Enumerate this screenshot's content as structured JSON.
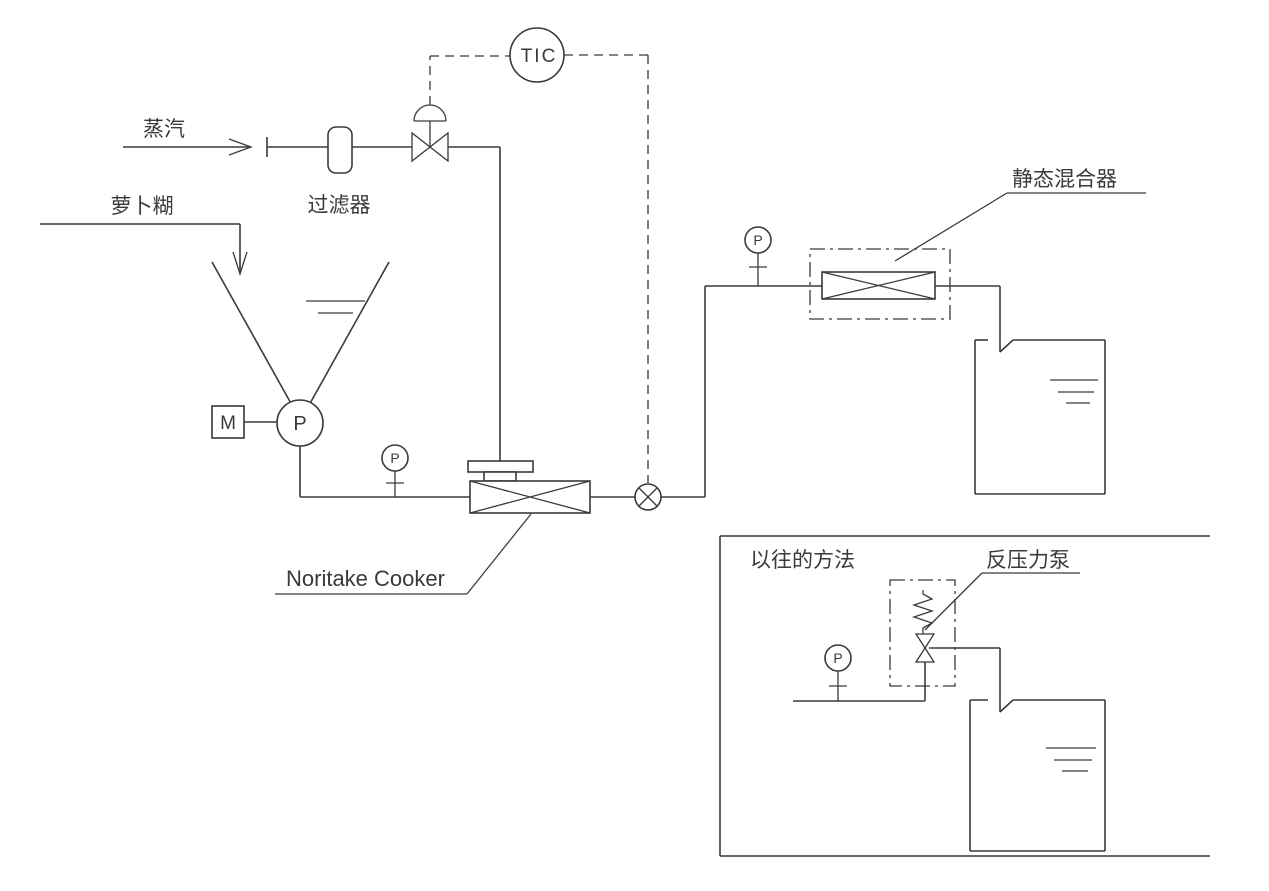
{
  "diagram": {
    "labels": {
      "steam": "蒸汽",
      "filter": "过滤器",
      "radish_paste": "萝卜糊",
      "noritake_cooker": "Noritake Cooker",
      "static_mixer": "静态混合器",
      "inset_title": "以往的方法",
      "back_pressure_pump": "反压力泵"
    },
    "instruments": {
      "temperature_controller": "TIC",
      "motor": "M",
      "pump": "P",
      "pressure_gauge": "P"
    },
    "colors": {
      "line": "#3a3a3a",
      "background": "#ffffff"
    }
  }
}
